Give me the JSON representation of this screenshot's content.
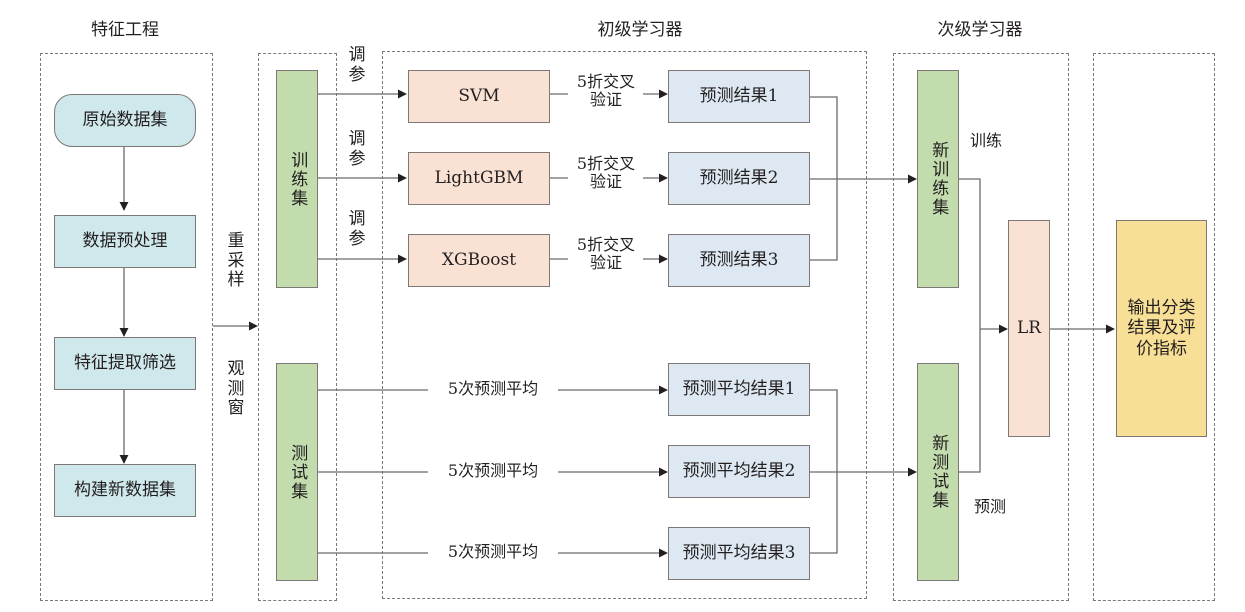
{
  "sections": {
    "feature_engineering": "特征工程",
    "base_learners": "初级学习器",
    "meta_learner": "次级学习器"
  },
  "feature_steps": [
    "原始数据集",
    "数据预处理",
    "特征提取筛选",
    "构建新数据集"
  ],
  "resample_label": "重采样",
  "observe_label": "观测窗",
  "train_set": "训练集",
  "test_set": "测试集",
  "tune_label": "调参",
  "models": [
    "SVM",
    "LightGBM",
    "XGBoost"
  ],
  "cv_label": "5折交叉验证",
  "cv_line1": "5折交叉",
  "cv_line2": "验证",
  "predictions": [
    "预测结果1",
    "预测结果2",
    "预测结果3"
  ],
  "avg_label": "5次预测平均",
  "avg_results": [
    "预测平均结果1",
    "预测平均结果2",
    "预测平均结果3"
  ],
  "new_train_set": "新训练集",
  "new_test_set": "新测试集",
  "train_label": "训练",
  "predict_label": "预测",
  "meta_model": "LR",
  "output": {
    "line1": "输出分类",
    "line2": "结果及评",
    "line3": "价指标"
  },
  "colors": {
    "feature_box": "#cfe8ec",
    "model_box": "#f9e2d3",
    "result_box": "#dde8f2",
    "dataset_box": "#c2dcae",
    "output_box": "#f7df96"
  }
}
